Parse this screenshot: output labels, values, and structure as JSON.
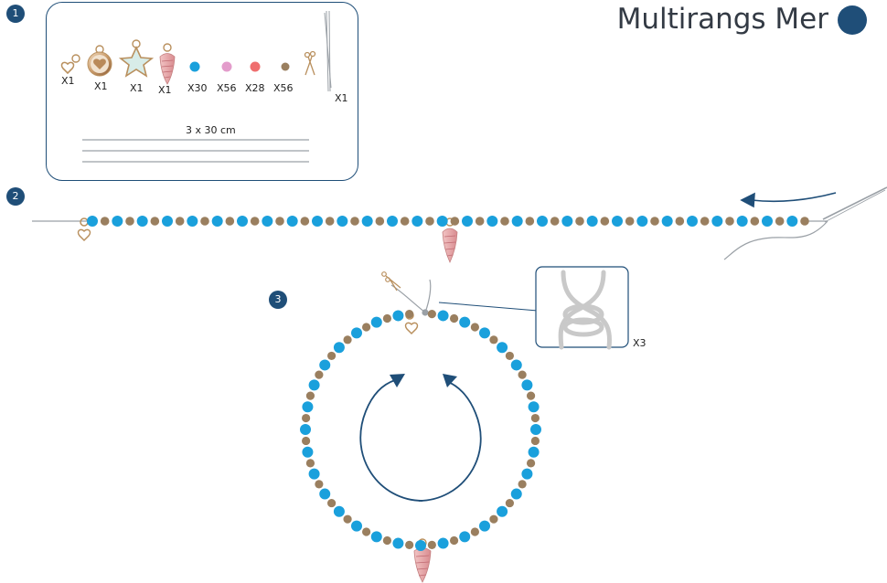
{
  "title": "Multirangs Mer",
  "colors": {
    "accent": "#1f4e78",
    "bead_blue": "#1aa0dc",
    "bead_pink": "#e39ccb",
    "bead_red": "#ef6f6f",
    "bead_brown": "#9a7f5f",
    "wire": "#9aa0a6"
  },
  "steps": [
    "1",
    "2",
    "3"
  ],
  "kit": {
    "items": [
      {
        "icon": "heart-charm-icon",
        "qty": "X1"
      },
      {
        "icon": "heart-medallion-icon",
        "qty": "X1"
      },
      {
        "icon": "starfish-charm-icon",
        "qty": "X1"
      },
      {
        "icon": "shell-charm-icon",
        "qty": "X1"
      },
      {
        "icon": "blue-bead-icon",
        "qty": "X30"
      },
      {
        "icon": "pink-bead-icon",
        "qty": "X56"
      },
      {
        "icon": "red-bead-icon",
        "qty": "X28"
      },
      {
        "icon": "brown-bead-icon",
        "qty": "X56"
      },
      {
        "icon": "needle-icon",
        "qty": "X1"
      }
    ],
    "cord_label": "3 x 30 cm"
  },
  "knot_count": "X3"
}
